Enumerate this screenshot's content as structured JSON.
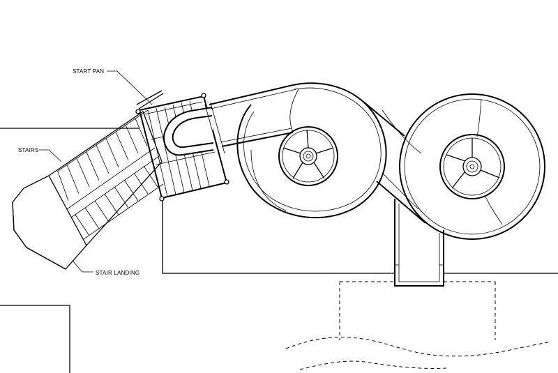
{
  "labels": {
    "start_pan": "START PAN",
    "stairs": "STAIRS",
    "stair_landing": "STAIR LANDING"
  },
  "hatch_color": "#000000",
  "line_color": "#000000",
  "background": "#ffffff"
}
